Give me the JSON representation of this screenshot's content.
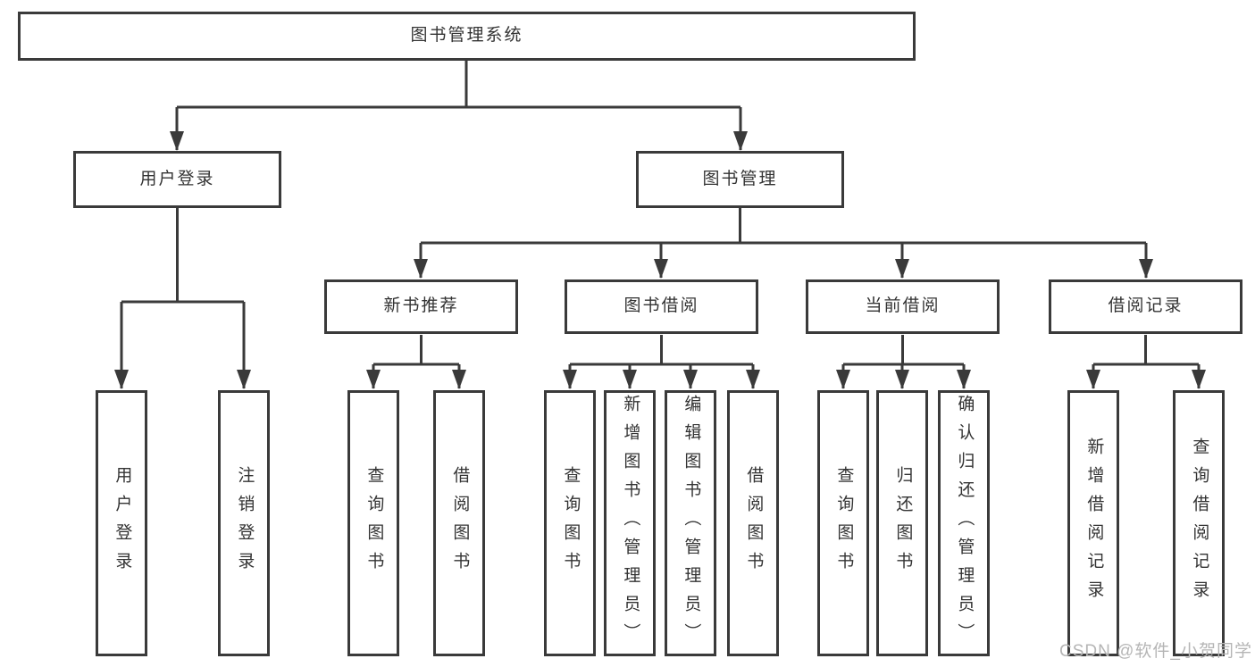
{
  "tree": {
    "root": "图书管理系统",
    "branches": [
      {
        "label": "用户登录",
        "children": [
          "用户登录",
          "注销登录"
        ]
      },
      {
        "label": "图书管理",
        "sections": [
          {
            "label": "新书推荐",
            "children": [
              "查询图书",
              "借阅图书"
            ]
          },
          {
            "label": "图书借阅",
            "children": [
              "查询图书",
              "新增图书（管理员）",
              "编辑图书（管理员）",
              "借阅图书"
            ]
          },
          {
            "label": "当前借阅",
            "children": [
              "查询图书",
              "归还图书",
              "确认归还（管理员）"
            ]
          },
          {
            "label": "借阅记录",
            "children": [
              "新增借阅记录",
              "查询借阅记录"
            ]
          }
        ]
      }
    ]
  },
  "watermark": "CSDN @软件_小贺同学",
  "colors": {
    "line": "#3a3a3a",
    "text": "#333333",
    "watermark": "#b5b5b5",
    "background": "#ffffff"
  }
}
